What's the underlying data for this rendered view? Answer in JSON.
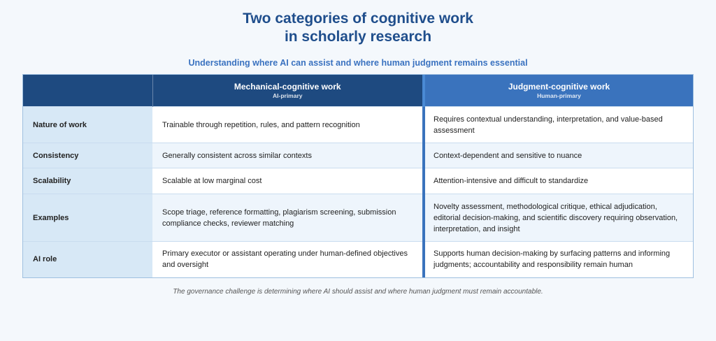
{
  "title_line1": "Two categories of cognitive work",
  "title_line2": "in scholarly research",
  "subtitle": "Understanding where AI can assist and where human judgment remains essential",
  "columns": [
    {
      "title": "Mechanical-cognitive work",
      "sub": "AI-primary"
    },
    {
      "title": "Judgment-cognitive work",
      "sub": "Human-primary"
    }
  ],
  "rows": [
    {
      "label": "Nature of work",
      "mech": "Trainable through repetition, rules, and pattern recognition",
      "judg": "Requires contextual understanding, interpretation, and value-based assessment"
    },
    {
      "label": "Consistency",
      "mech": "Generally consistent across similar contexts",
      "judg": "Context-dependent and sensitive to nuance"
    },
    {
      "label": "Scalability",
      "mech": "Scalable at low marginal cost",
      "judg": "Attention-intensive and difficult to standardize"
    },
    {
      "label": "Examples",
      "mech": "Scope triage, reference formatting, plagiarism screening, submission compliance checks, reviewer matching",
      "judg": "Novelty assessment, methodological critique, ethical adjudication, editorial decision-making, and scientific discovery requiring observation, interpretation, and insight"
    },
    {
      "label": "AI role",
      "mech": "Primary executor or assistant operating under human-defined objectives and oversight",
      "judg": "Supports human decision-making by surfacing patterns and informing judgments; accountability and responsibility remain human"
    }
  ],
  "footnote": "The governance challenge is determining where AI should assist and where human judgment must remain accountable."
}
